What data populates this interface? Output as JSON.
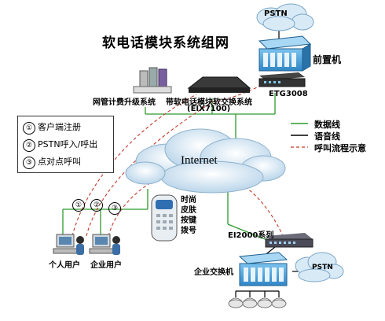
{
  "title": "软电话模块系统组网",
  "nodes": {
    "pstn_top": "PSTN",
    "pstn_bottom": "PSTN",
    "front_end": "前置机",
    "etg": "ETG3008",
    "billing": "网管计费升级系统",
    "softswitch": "带软电话模块软交换系统",
    "softswitch_model": "(EIX7100)",
    "internet": "Internet",
    "ei2000": "EI2000系列",
    "enterprise_switch": "企业交换机",
    "personal_user": "个人用户",
    "enterprise_user": "企业用户"
  },
  "legend": {
    "items": [
      {
        "num": "①",
        "text": "客户端注册"
      },
      {
        "num": "②",
        "text": "PSTN呼入/呼出"
      },
      {
        "num": "③",
        "text": "点对点呼叫"
      }
    ]
  },
  "line_key": [
    {
      "text": "数据线",
      "color": "#2e9b2e",
      "style": "solid"
    },
    {
      "text": "语音线",
      "color": "#000000",
      "style": "solid"
    },
    {
      "text": "呼叫流程示意",
      "color": "#c0392b",
      "style": "dashed"
    }
  ],
  "markers": [
    "①",
    "②",
    "③"
  ],
  "phone_features": [
    "时尚",
    "皮肤",
    "按键",
    "拨号"
  ],
  "colors": {
    "data_line": "#2e9b2e",
    "voice_line": "#000000",
    "flow_line": "#c0392b",
    "rack_blue": "#4aa3df",
    "cloud": "#cfe3f2"
  }
}
